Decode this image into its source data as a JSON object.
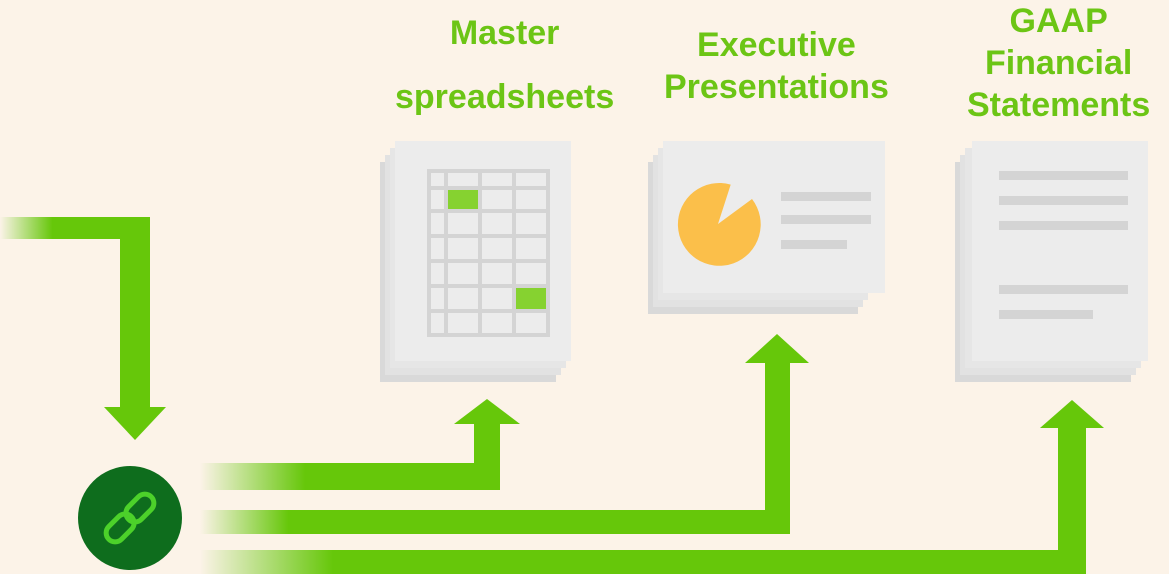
{
  "colors": {
    "background": "#fcf3e8",
    "accent_green": "#6cc515",
    "arrow_green": "#66c70a",
    "hub_dark_green": "#0e6d1d",
    "hub_icon_green": "#4cd12a",
    "doc_face": "#ececec",
    "doc_shadow": "#d9d9d9",
    "doc_lines": "#d4d4d4",
    "pie_orange": "#fbbf4a",
    "cell_green": "#86d230"
  },
  "labels": {
    "master_spreadsheets": [
      "Master",
      "spreadsheets"
    ],
    "executive_presentations": [
      "Executive",
      "Presentations"
    ],
    "gaap_financial_statements": [
      "GAAP",
      "Financial",
      "Statements"
    ]
  },
  "icons": {
    "hub": "link-icon",
    "spreadsheet": "spreadsheet-icon",
    "presentation": "presentation-icon",
    "statement": "document-icon"
  }
}
